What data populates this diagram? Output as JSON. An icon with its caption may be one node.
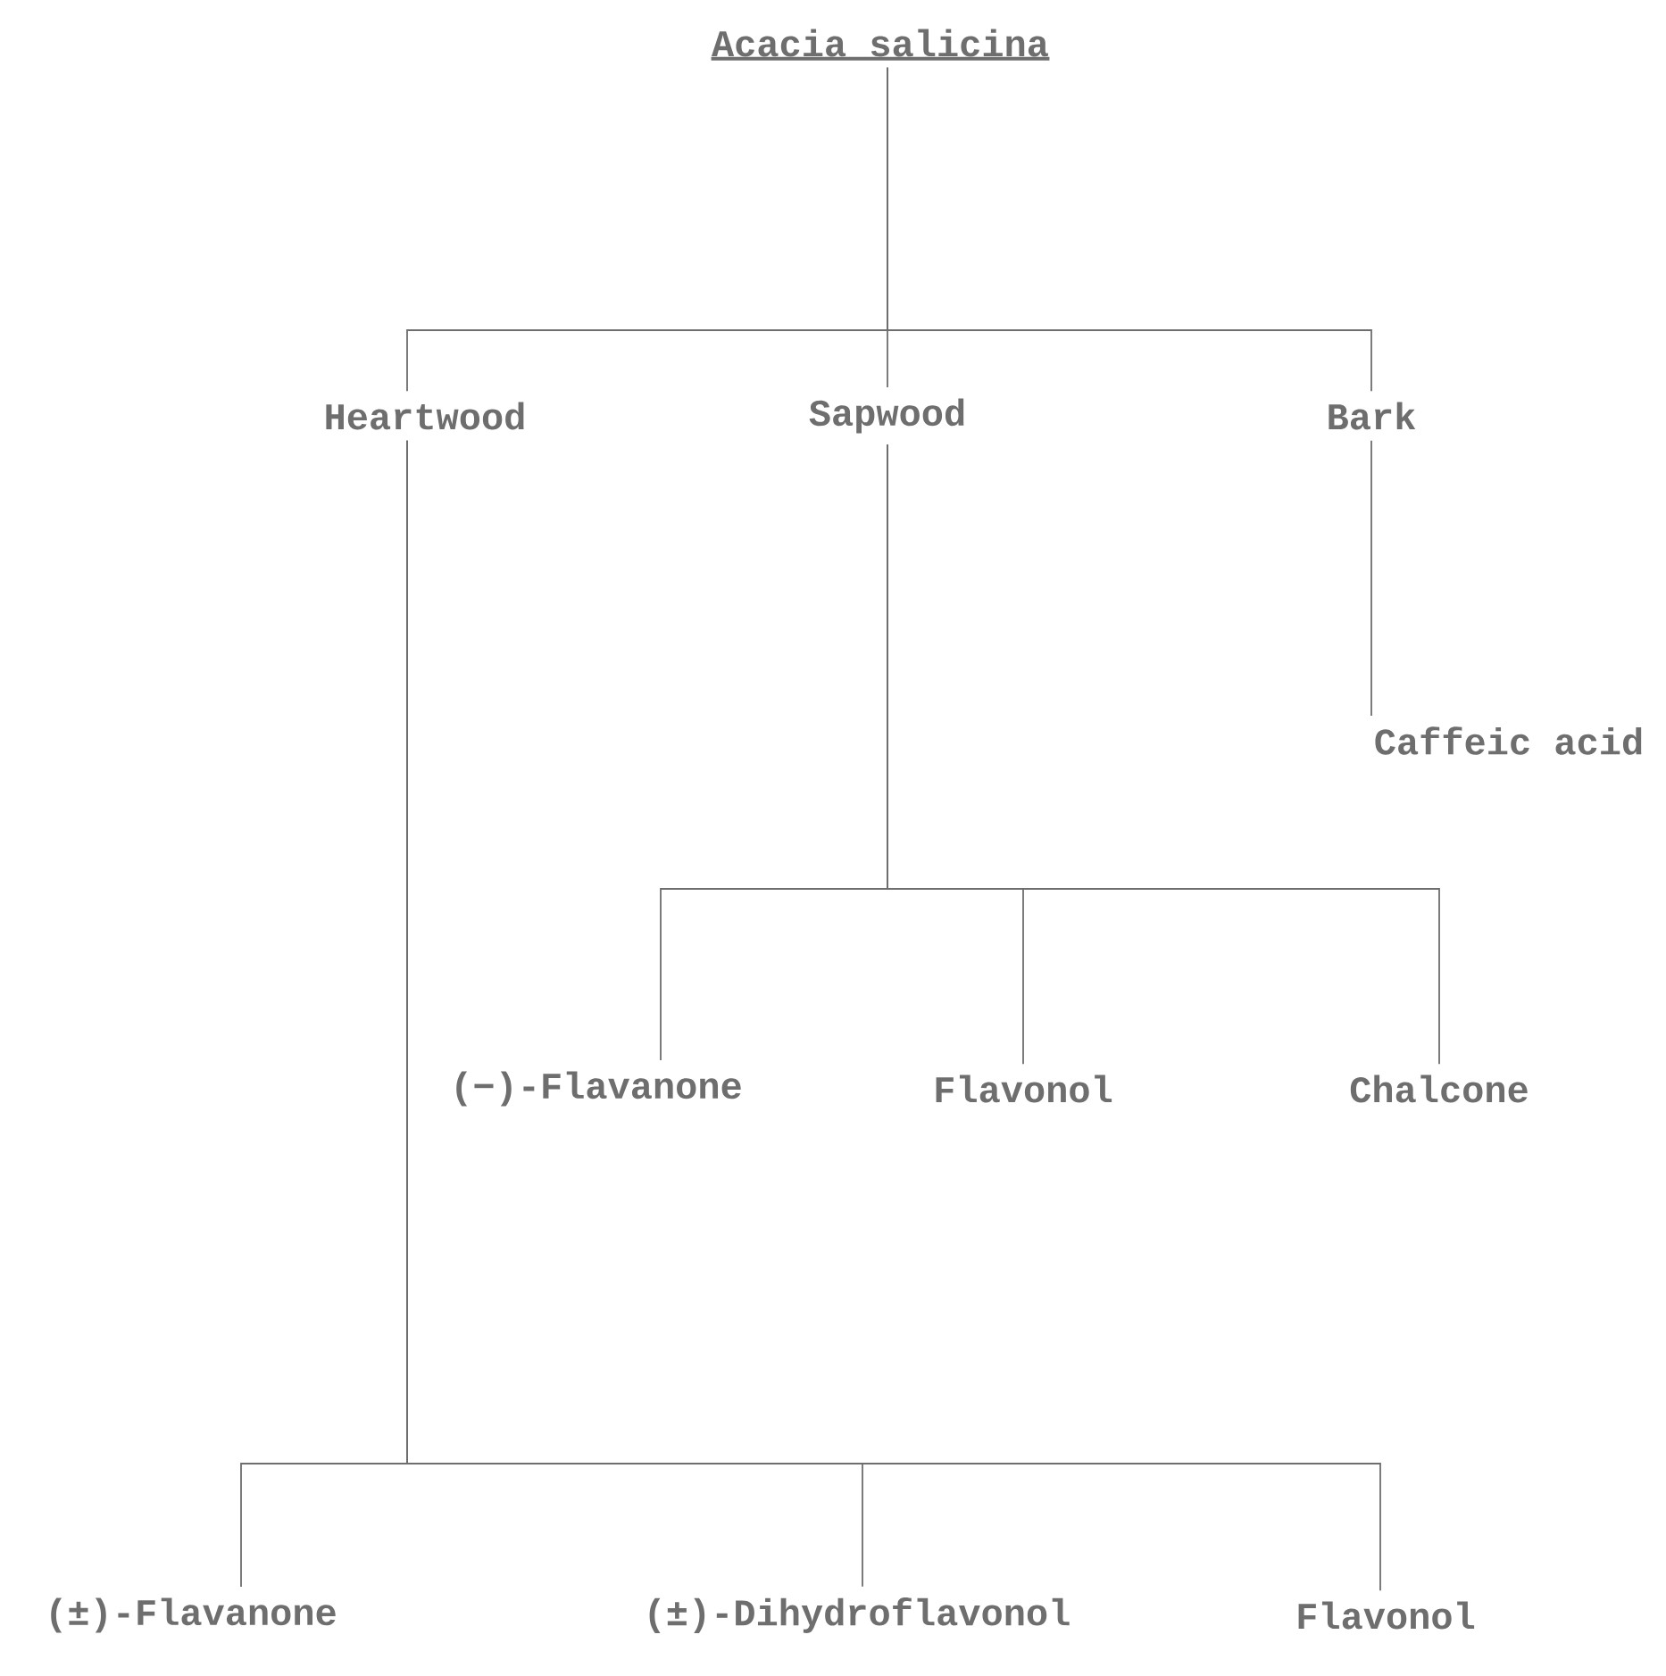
{
  "diagram": {
    "nodes": [
      {
        "text": [
          "Acacia salicina"
        ]
      },
      {
        "text": [
          "Heartwood"
        ]
      },
      {
        "text": [
          "Sapwood"
        ]
      },
      {
        "text": [
          "Bark"
        ]
      },
      {
        "text": [
          "Caffeic acid"
        ]
      },
      {
        "text": [
          "(−)-Flavanone"
        ]
      },
      {
        "text": [
          "Flavonol"
        ]
      },
      {
        "text": [
          "Chalcone"
        ]
      },
      {
        "text": [
          "(±)-Flavanone"
        ]
      },
      {
        "text": [
          "(±)-Dihydroflavonol"
        ]
      },
      {
        "text": [
          "Flavonol"
        ]
      }
    ],
    "edges": [
      {
        "from": 0,
        "to": 1,
        "arrow": "none"
      },
      {
        "from": 0,
        "to": 2,
        "arrow": "none"
      },
      {
        "from": 0,
        "to": 3,
        "arrow": "none"
      },
      {
        "from": 3,
        "to": 4,
        "arrow": "none"
      },
      {
        "from": 2,
        "to": 5,
        "arrow": "none"
      },
      {
        "from": 2,
        "to": 6,
        "arrow": "none"
      },
      {
        "from": 2,
        "to": 7,
        "arrow": "none"
      },
      {
        "from": 1,
        "to": 8,
        "arrow": "none"
      },
      {
        "from": 1,
        "to": 9,
        "arrow": "none"
      },
      {
        "from": 1,
        "to": 10,
        "arrow": "none"
      }
    ]
  }
}
